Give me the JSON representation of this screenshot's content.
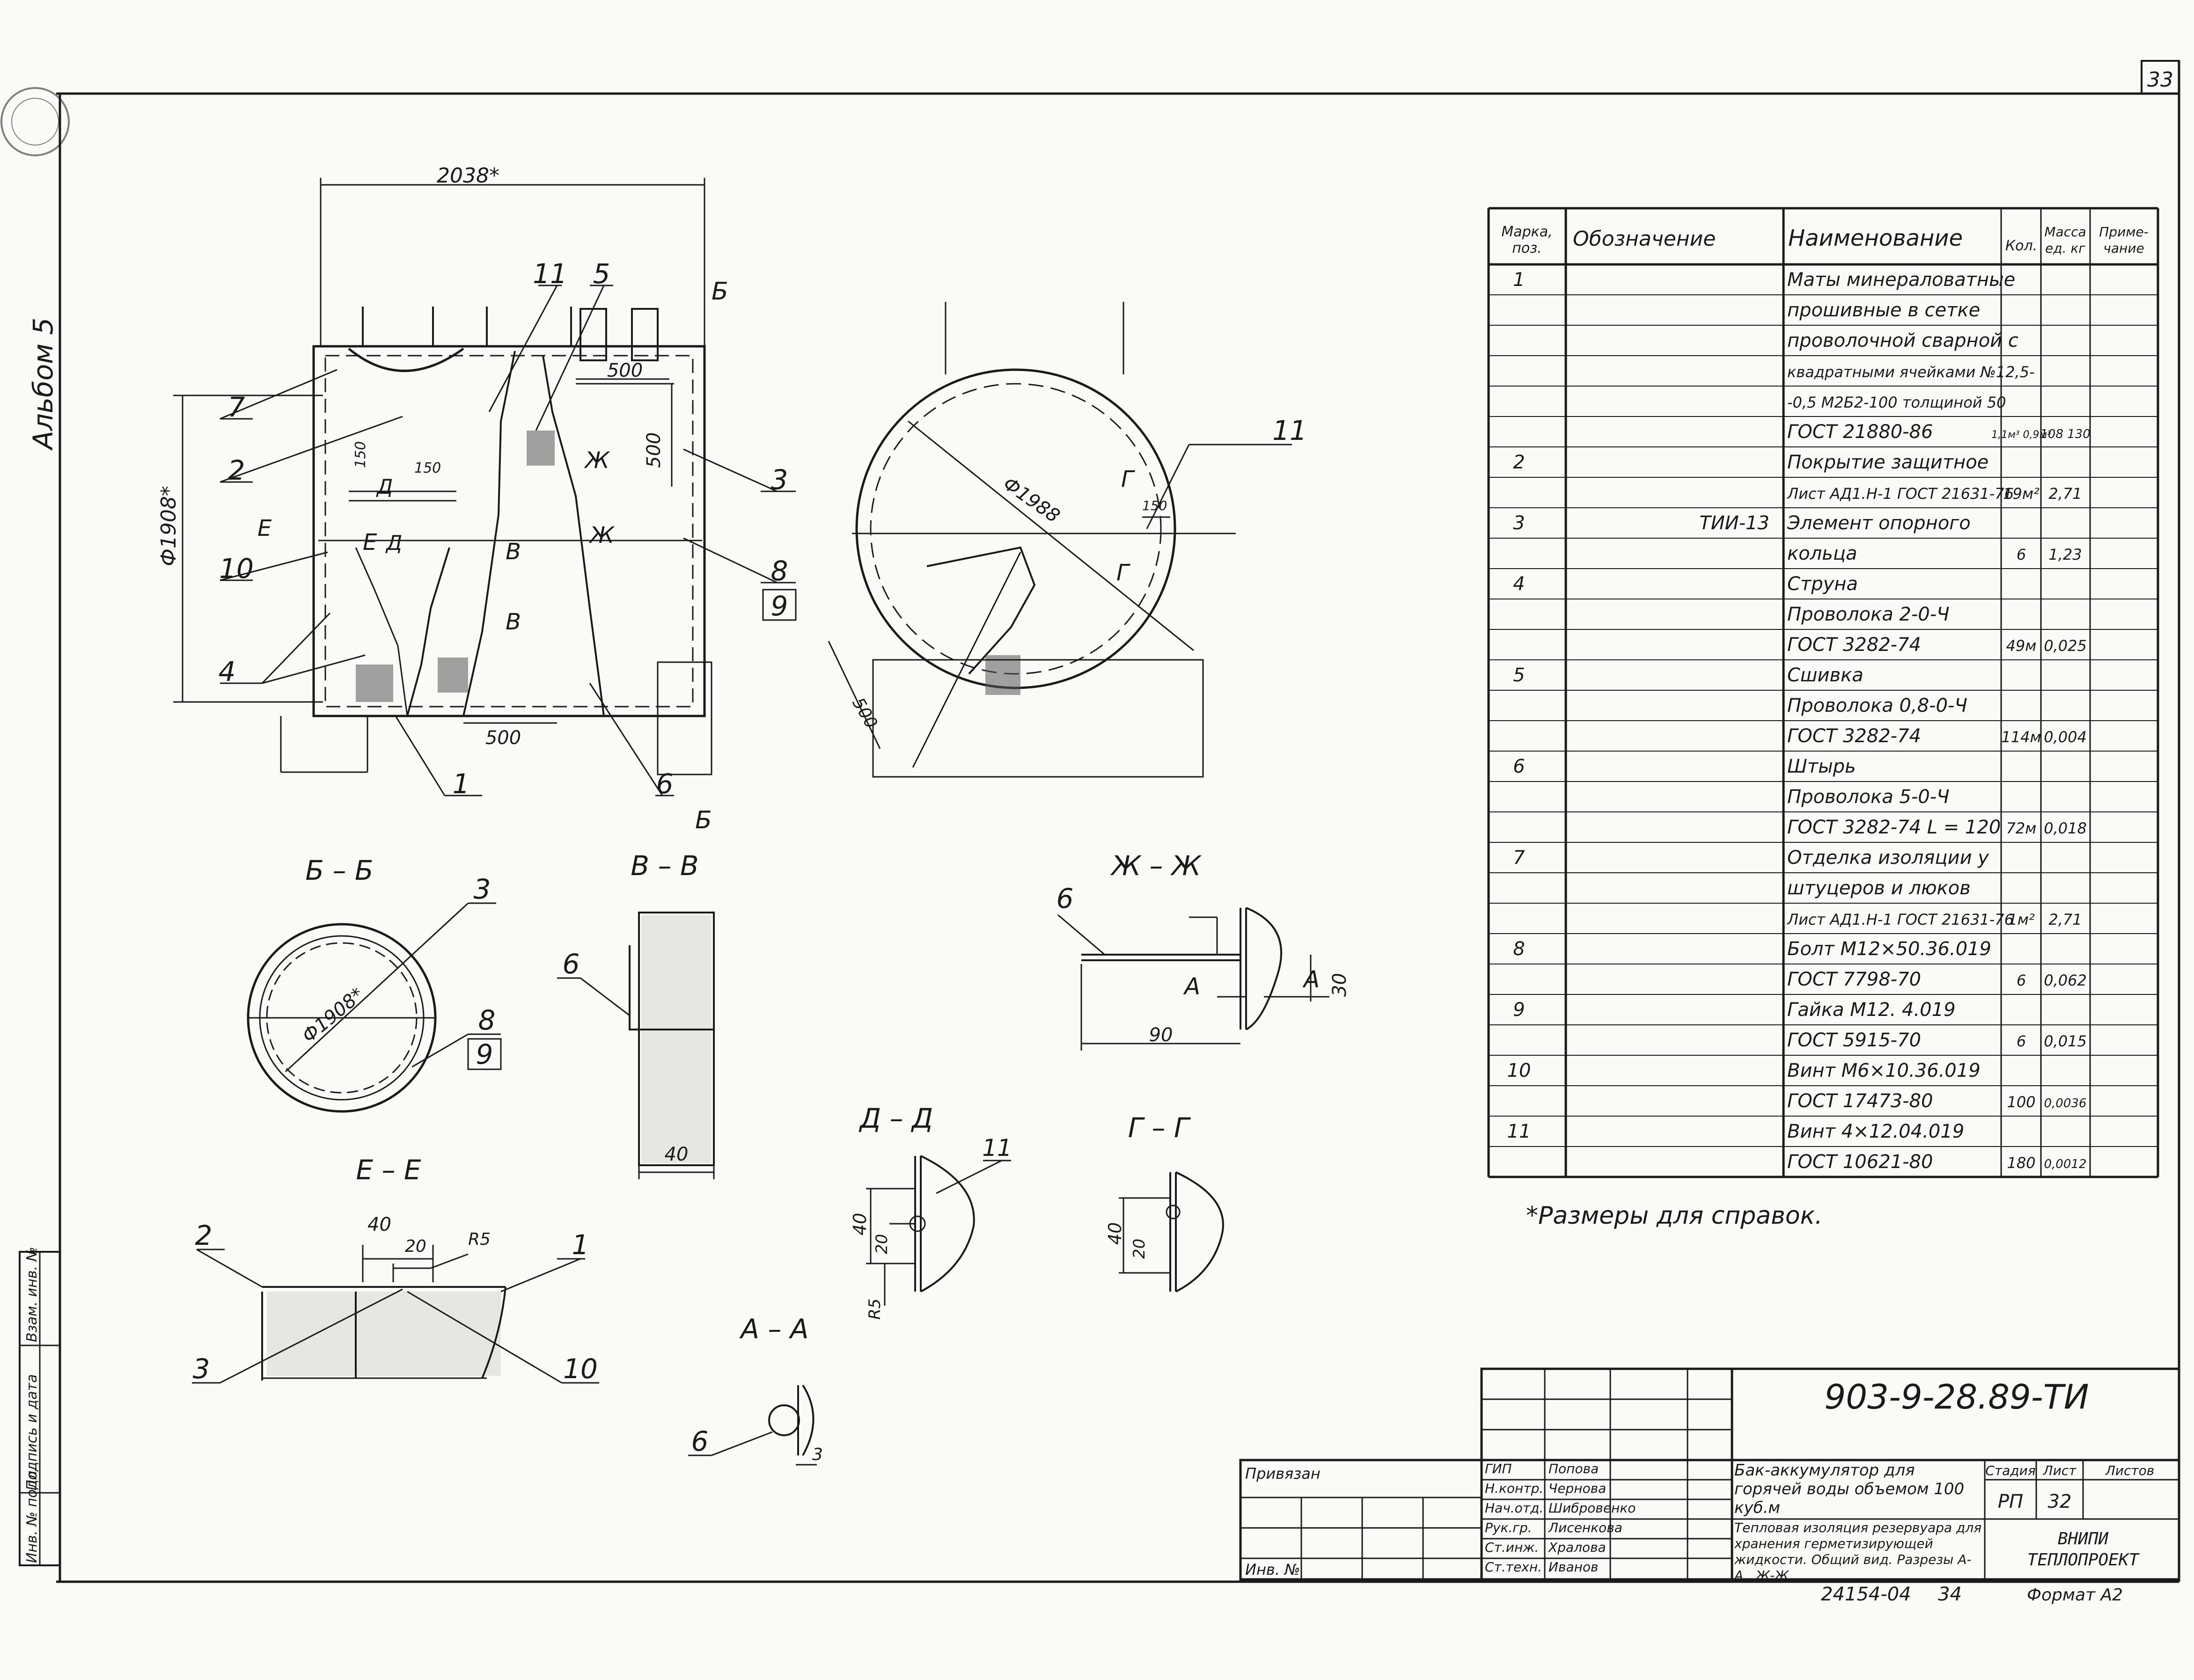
{
  "sheet_number": "33",
  "album_label": "Альбом 5",
  "dims": {
    "width_2038": "2038*",
    "diam_1908": "Ф1908*",
    "diam_1988": "Ф1988",
    "d500_a": "500",
    "d500_b": "500",
    "d500_c": "500",
    "d150_a": "150",
    "d150_b": "150",
    "d150_c": "150",
    "d40": "40",
    "d20": "20",
    "r5": "R5",
    "d90": "90",
    "d30": "30",
    "d40_vv": "40",
    "d3": "3"
  },
  "callouts": {
    "c1": "1",
    "c2": "2",
    "c3": "3",
    "c4": "4",
    "c5": "5",
    "c6": "6",
    "c7": "7",
    "c8": "8",
    "c9": "9",
    "c10": "10",
    "c11": "11"
  },
  "section_marks": {
    "B": "Б",
    "V": "В",
    "G": "Г",
    "D": "Д",
    "E": "Е",
    "ZH": "Ж",
    "A": "А"
  },
  "section_titles": {
    "bb": "Б – Б",
    "vv": "В – В",
    "zhzh": "Ж – Ж",
    "dd": "Д – Д",
    "gg": "Г – Г",
    "ee": "Е – Е",
    "aa": "А – А"
  },
  "spec_table": {
    "headers": {
      "mark": "Марка, поз.",
      "designation": "Обозначение",
      "name": "Наименование",
      "qty": "Кол.",
      "mass": "Масса ед. кг",
      "note": "Приме- чание"
    },
    "rows": [
      {
        "mark": "1",
        "des": "",
        "name": "Маты минераловатные",
        "qty": "",
        "mass": ""
      },
      {
        "mark": "",
        "des": "",
        "name": "прошивные в сетке",
        "qty": "",
        "mass": ""
      },
      {
        "mark": "",
        "des": "",
        "name": "проволочной сварной с",
        "qty": "",
        "mass": ""
      },
      {
        "mark": "",
        "des": "",
        "name": "квадратными ячейками №12,5-",
        "qty": "",
        "mass": ""
      },
      {
        "mark": "",
        "des": "",
        "name": "-0,5 М2Б2-100 толщиной 50",
        "qty": "",
        "mass": ""
      },
      {
        "mark": "",
        "des": "",
        "name": "ГОСТ 21880-86",
        "qty": "1,1м³ 0,9м³",
        "mass": "108 130"
      },
      {
        "mark": "2",
        "des": "",
        "name": "Покрытие защитное",
        "qty": "",
        "mass": ""
      },
      {
        "mark": "",
        "des": "",
        "name": "Лист АД1.Н-1 ГОСТ 21631-76",
        "qty": "19м²",
        "mass": "2,71"
      },
      {
        "mark": "3",
        "des": "ТИИ-13",
        "name": "Элемент опорного",
        "qty": "",
        "mass": ""
      },
      {
        "mark": "",
        "des": "",
        "name": "кольца",
        "qty": "6",
        "mass": "1,23"
      },
      {
        "mark": "4",
        "des": "",
        "name": "Струна",
        "qty": "",
        "mass": ""
      },
      {
        "mark": "",
        "des": "",
        "name": "Проволока 2-0-Ч",
        "qty": "",
        "mass": ""
      },
      {
        "mark": "",
        "des": "",
        "name": "ГОСТ 3282-74",
        "qty": "49м",
        "mass": "0,025"
      },
      {
        "mark": "5",
        "des": "",
        "name": "Сшивка",
        "qty": "",
        "mass": ""
      },
      {
        "mark": "",
        "des": "",
        "name": "Проволока 0,8-0-Ч",
        "qty": "",
        "mass": ""
      },
      {
        "mark": "",
        "des": "",
        "name": "ГОСТ 3282-74",
        "qty": "114м",
        "mass": "0,004"
      },
      {
        "mark": "6",
        "des": "",
        "name": "Штырь",
        "qty": "",
        "mass": ""
      },
      {
        "mark": "",
        "des": "",
        "name": "Проволока 5-0-Ч",
        "qty": "",
        "mass": ""
      },
      {
        "mark": "",
        "des": "",
        "name": "ГОСТ 3282-74 L = 120",
        "qty": "72м",
        "mass": "0,018"
      },
      {
        "mark": "7",
        "des": "",
        "name": "Отделка изоляции у",
        "qty": "",
        "mass": ""
      },
      {
        "mark": "",
        "des": "",
        "name": "штуцеров и люков",
        "qty": "",
        "mass": ""
      },
      {
        "mark": "",
        "des": "",
        "name": "Лист АД1.Н-1 ГОСТ 21631-76",
        "qty": "1м²",
        "mass": "2,71"
      },
      {
        "mark": "8",
        "des": "",
        "name": "Болт М12×50.36.019",
        "qty": "",
        "mass": ""
      },
      {
        "mark": "",
        "des": "",
        "name": "ГОСТ 7798-70",
        "qty": "6",
        "mass": "0,062"
      },
      {
        "mark": "9",
        "des": "",
        "name": "Гайка М12. 4.019",
        "qty": "",
        "mass": ""
      },
      {
        "mark": "",
        "des": "",
        "name": "ГОСТ 5915-70",
        "qty": "6",
        "mass": "0,015"
      },
      {
        "mark": "10",
        "des": "",
        "name": "Винт М6×10.36.019",
        "qty": "",
        "mass": ""
      },
      {
        "mark": "",
        "des": "",
        "name": "ГОСТ 17473-80",
        "qty": "100",
        "mass": "0,0036"
      },
      {
        "mark": "11",
        "des": "",
        "name": "Винт 4×12.04.019",
        "qty": "",
        "mass": ""
      },
      {
        "mark": "",
        "des": "",
        "name": "ГОСТ 10621-80",
        "qty": "180",
        "mass": "0,0012"
      }
    ]
  },
  "note": "*Размеры для справок.",
  "title_block": {
    "doc_code": "903-9-28.89-ТИ",
    "privyazan": "Привязан",
    "inv_no": "Инв. №",
    "roles": [
      "ГИП",
      "Н.контр.",
      "Нач.отд.",
      "Рук.гр.",
      "Ст.инж.",
      "Ст.техн."
    ],
    "names": [
      "Попова",
      "Чернова",
      "Шибровенко",
      "Лисенкова",
      "Хралова",
      "Иванов"
    ],
    "project_title": "Бак-аккумулятор для горячей воды объемом 100 куб.м",
    "sheet_title": "Тепловая изоляция резервуара для хранения герметизирующей жидкости. Общий вид. Разрезы А-А...Ж-Ж",
    "stage_h": "Стадия",
    "sheet_h": "Лист",
    "sheets_h": "Листов",
    "stage": "РП",
    "sheet": "32",
    "org1": "ВНИПИ",
    "org2": "ТЕПЛОПРОЕКТ",
    "order": "24154-04",
    "page_no": "34",
    "format": "Формат А2"
  },
  "side_stamp": [
    "Инв. № подл.",
    "Подпись и дата",
    "Взам. инв. №"
  ]
}
